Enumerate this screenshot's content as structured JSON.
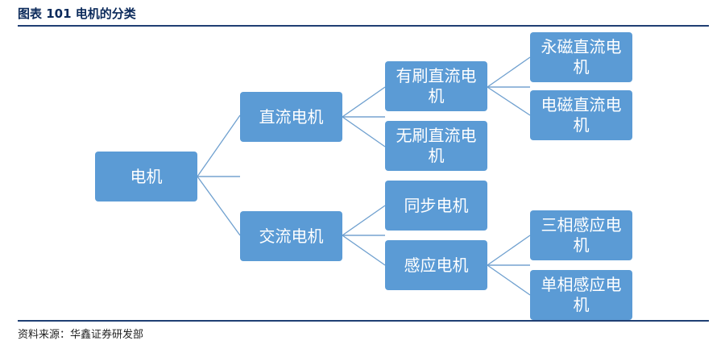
{
  "figure": {
    "title": "图表 101 电机的分类",
    "source": "资料来源：华鑫证券研发部"
  },
  "diagram": {
    "root": "电机",
    "dc": "直流电机",
    "ac": "交流电机",
    "brushed_dc": "有刷直流电机",
    "brushless_dc": "无刷直流电机",
    "permanent_magnet_dc": "永磁直流电机",
    "electromagnetic_dc": "电磁直流电机",
    "synchronous": "同步电机",
    "induction": "感应电机",
    "three_phase_induction": "三相感应电机",
    "single_phase_induction": "单相感应电机"
  },
  "colors": {
    "node_fill": "#5b9bd5",
    "connector": "#6fa0cf",
    "rule": "#1f3f73"
  }
}
